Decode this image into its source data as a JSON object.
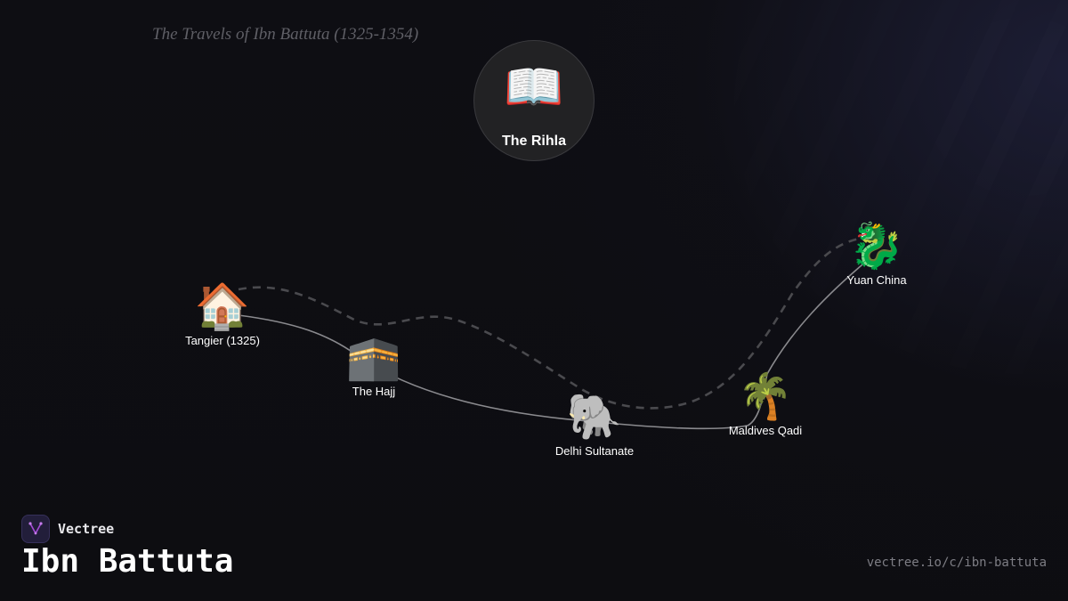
{
  "diagram": {
    "subtitle": "The Travels of Ibn Battuta (1325-1354)",
    "center": {
      "label": "The Rihla",
      "icon": "open-book-icon",
      "glyph": "📖"
    },
    "nodes": [
      {
        "id": "tangier",
        "label": "Tangier (1325)",
        "icon": "house-icon",
        "glyph": "🏠"
      },
      {
        "id": "hajj",
        "label": "The Hajj",
        "icon": "kaaba-icon",
        "glyph": "🕋"
      },
      {
        "id": "delhi",
        "label": "Delhi Sultanate",
        "icon": "elephant-icon",
        "glyph": "🐘"
      },
      {
        "id": "maldives",
        "label": "Maldives Qadi",
        "icon": "palm-tree-icon",
        "glyph": "🌴"
      },
      {
        "id": "china",
        "label": "Yuan China",
        "icon": "dragon-icon",
        "glyph": "🐉"
      }
    ],
    "edges": {
      "solid": [
        "tangier",
        "hajj",
        "delhi",
        "maldives",
        "china"
      ],
      "dashed": [
        "tangier",
        "delhi",
        "china"
      ]
    }
  },
  "footer": {
    "brand": "Vectree",
    "title": "Ibn Battuta",
    "url": "vectree.io/c/ibn-battuta"
  },
  "colors": {
    "background": "#0e0e12",
    "solid_path": "#8a8a8e",
    "dashed_path": "#4a4a4e",
    "brand_accent": "#a64bd8"
  }
}
